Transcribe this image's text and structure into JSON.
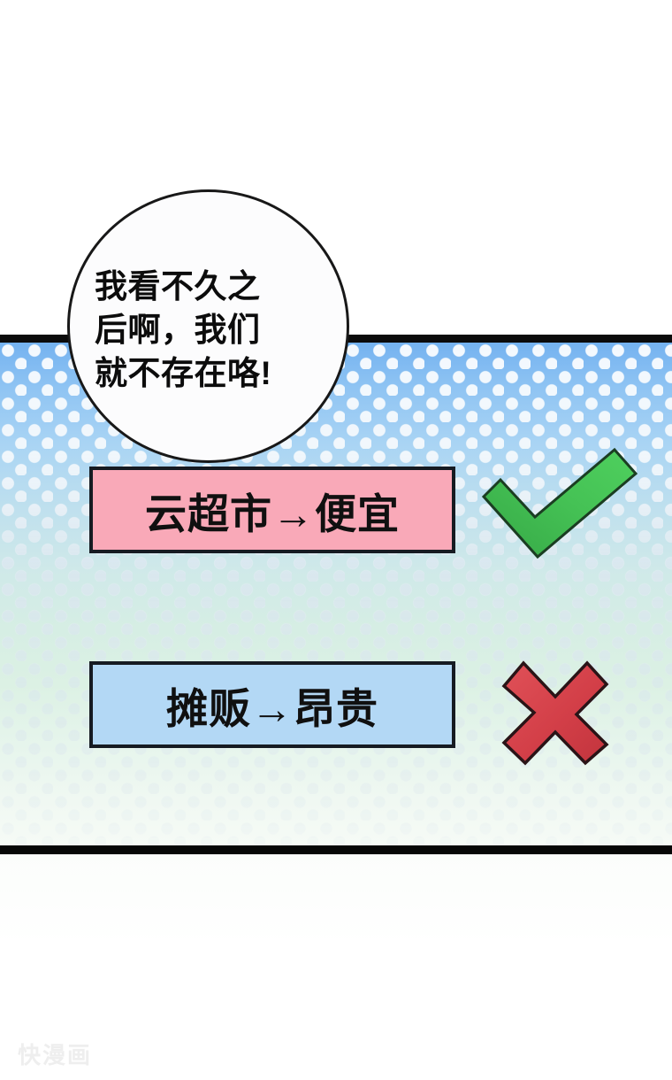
{
  "page": {
    "background_color": "#ffffff",
    "watermark": "快漫画"
  },
  "panel": {
    "name": "comic-panel",
    "border_color": "#0b0b0b",
    "background_top_color": "#74b2f0",
    "background_bottom_color": "#f6fbf6",
    "halftone": "dot-screen"
  },
  "speech_bubble": {
    "text": "我看不久之\n后啊，我们\n就不存在咯!",
    "shape": "ellipse",
    "fill_color": "#fcfcfd",
    "outline_color": "#181818"
  },
  "comparison": {
    "rows": [
      {
        "label": "云超市→便宜",
        "banner_color": "#f9a9b8",
        "verdict": "check",
        "verdict_color": "#3cb54a",
        "verdict_icon": "check-icon"
      },
      {
        "label": "摊贩→昂贵",
        "banner_color": "#b3d8f5",
        "verdict": "cross",
        "verdict_color": "#d9404a",
        "verdict_icon": "cross-icon"
      }
    ]
  }
}
